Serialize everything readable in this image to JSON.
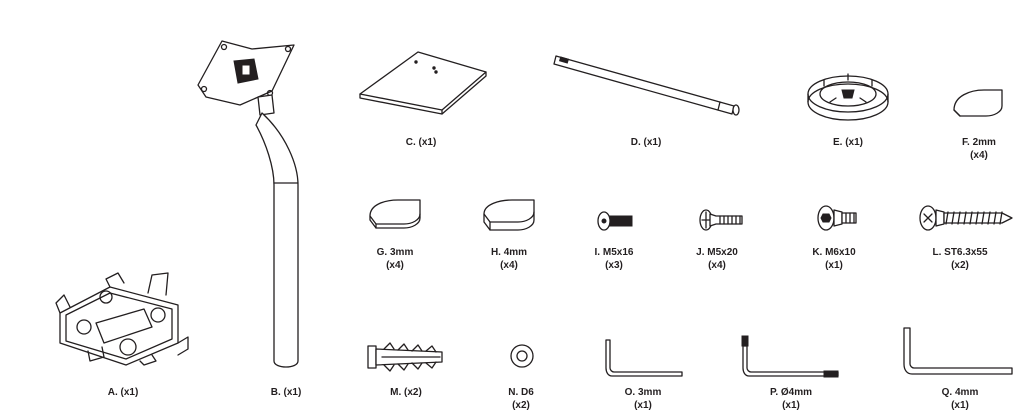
{
  "parts": [
    {
      "id": "A",
      "name": "A. (x1)",
      "qty": ""
    },
    {
      "id": "B",
      "name": "B. (x1)",
      "qty": ""
    },
    {
      "id": "C",
      "name": "C. (x1)",
      "qty": ""
    },
    {
      "id": "D",
      "name": "D. (x1)",
      "qty": ""
    },
    {
      "id": "E",
      "name": "E. (x1)",
      "qty": ""
    },
    {
      "id": "F",
      "name": "F. 2mm",
      "qty": "(x4)"
    },
    {
      "id": "G",
      "name": "G. 3mm",
      "qty": "(x4)"
    },
    {
      "id": "H",
      "name": "H. 4mm",
      "qty": "(x4)"
    },
    {
      "id": "I",
      "name": "I. M5x16",
      "qty": "(x3)"
    },
    {
      "id": "J",
      "name": "J. M5x20",
      "qty": "(x4)"
    },
    {
      "id": "K",
      "name": "K. M6x10",
      "qty": "(x1)"
    },
    {
      "id": "L",
      "name": "L. ST6.3x55",
      "qty": "(x2)"
    },
    {
      "id": "M",
      "name": "M. (x2)",
      "qty": ""
    },
    {
      "id": "N",
      "name": "N. D6",
      "qty": "(x2)"
    },
    {
      "id": "O",
      "name": "O. 3mm",
      "qty": "(x1)"
    },
    {
      "id": "P",
      "name": "P. Ø4mm",
      "qty": "(x1)"
    },
    {
      "id": "Q",
      "name": "Q. 4mm",
      "qty": "(x1)"
    }
  ],
  "icons": {
    "A": "tablet-holder-bracket-icon",
    "B": "curved-pole-icon",
    "C": "base-plate-icon",
    "D": "rod-icon",
    "E": "round-mount-ring-icon",
    "F": "spacer-pad-icon",
    "G": "spacer-pad-icon",
    "H": "spacer-pad-icon",
    "I": "flat-head-screw-icon",
    "J": "countersunk-screw-icon",
    "K": "hex-socket-screw-icon",
    "L": "wood-screw-icon",
    "M": "wall-plug-anchor-icon",
    "N": "washer-icon",
    "O": "hex-key-icon",
    "P": "star-key-icon",
    "Q": "hex-key-icon"
  },
  "colors": {
    "line": "#231f20",
    "background": "#ffffff"
  }
}
